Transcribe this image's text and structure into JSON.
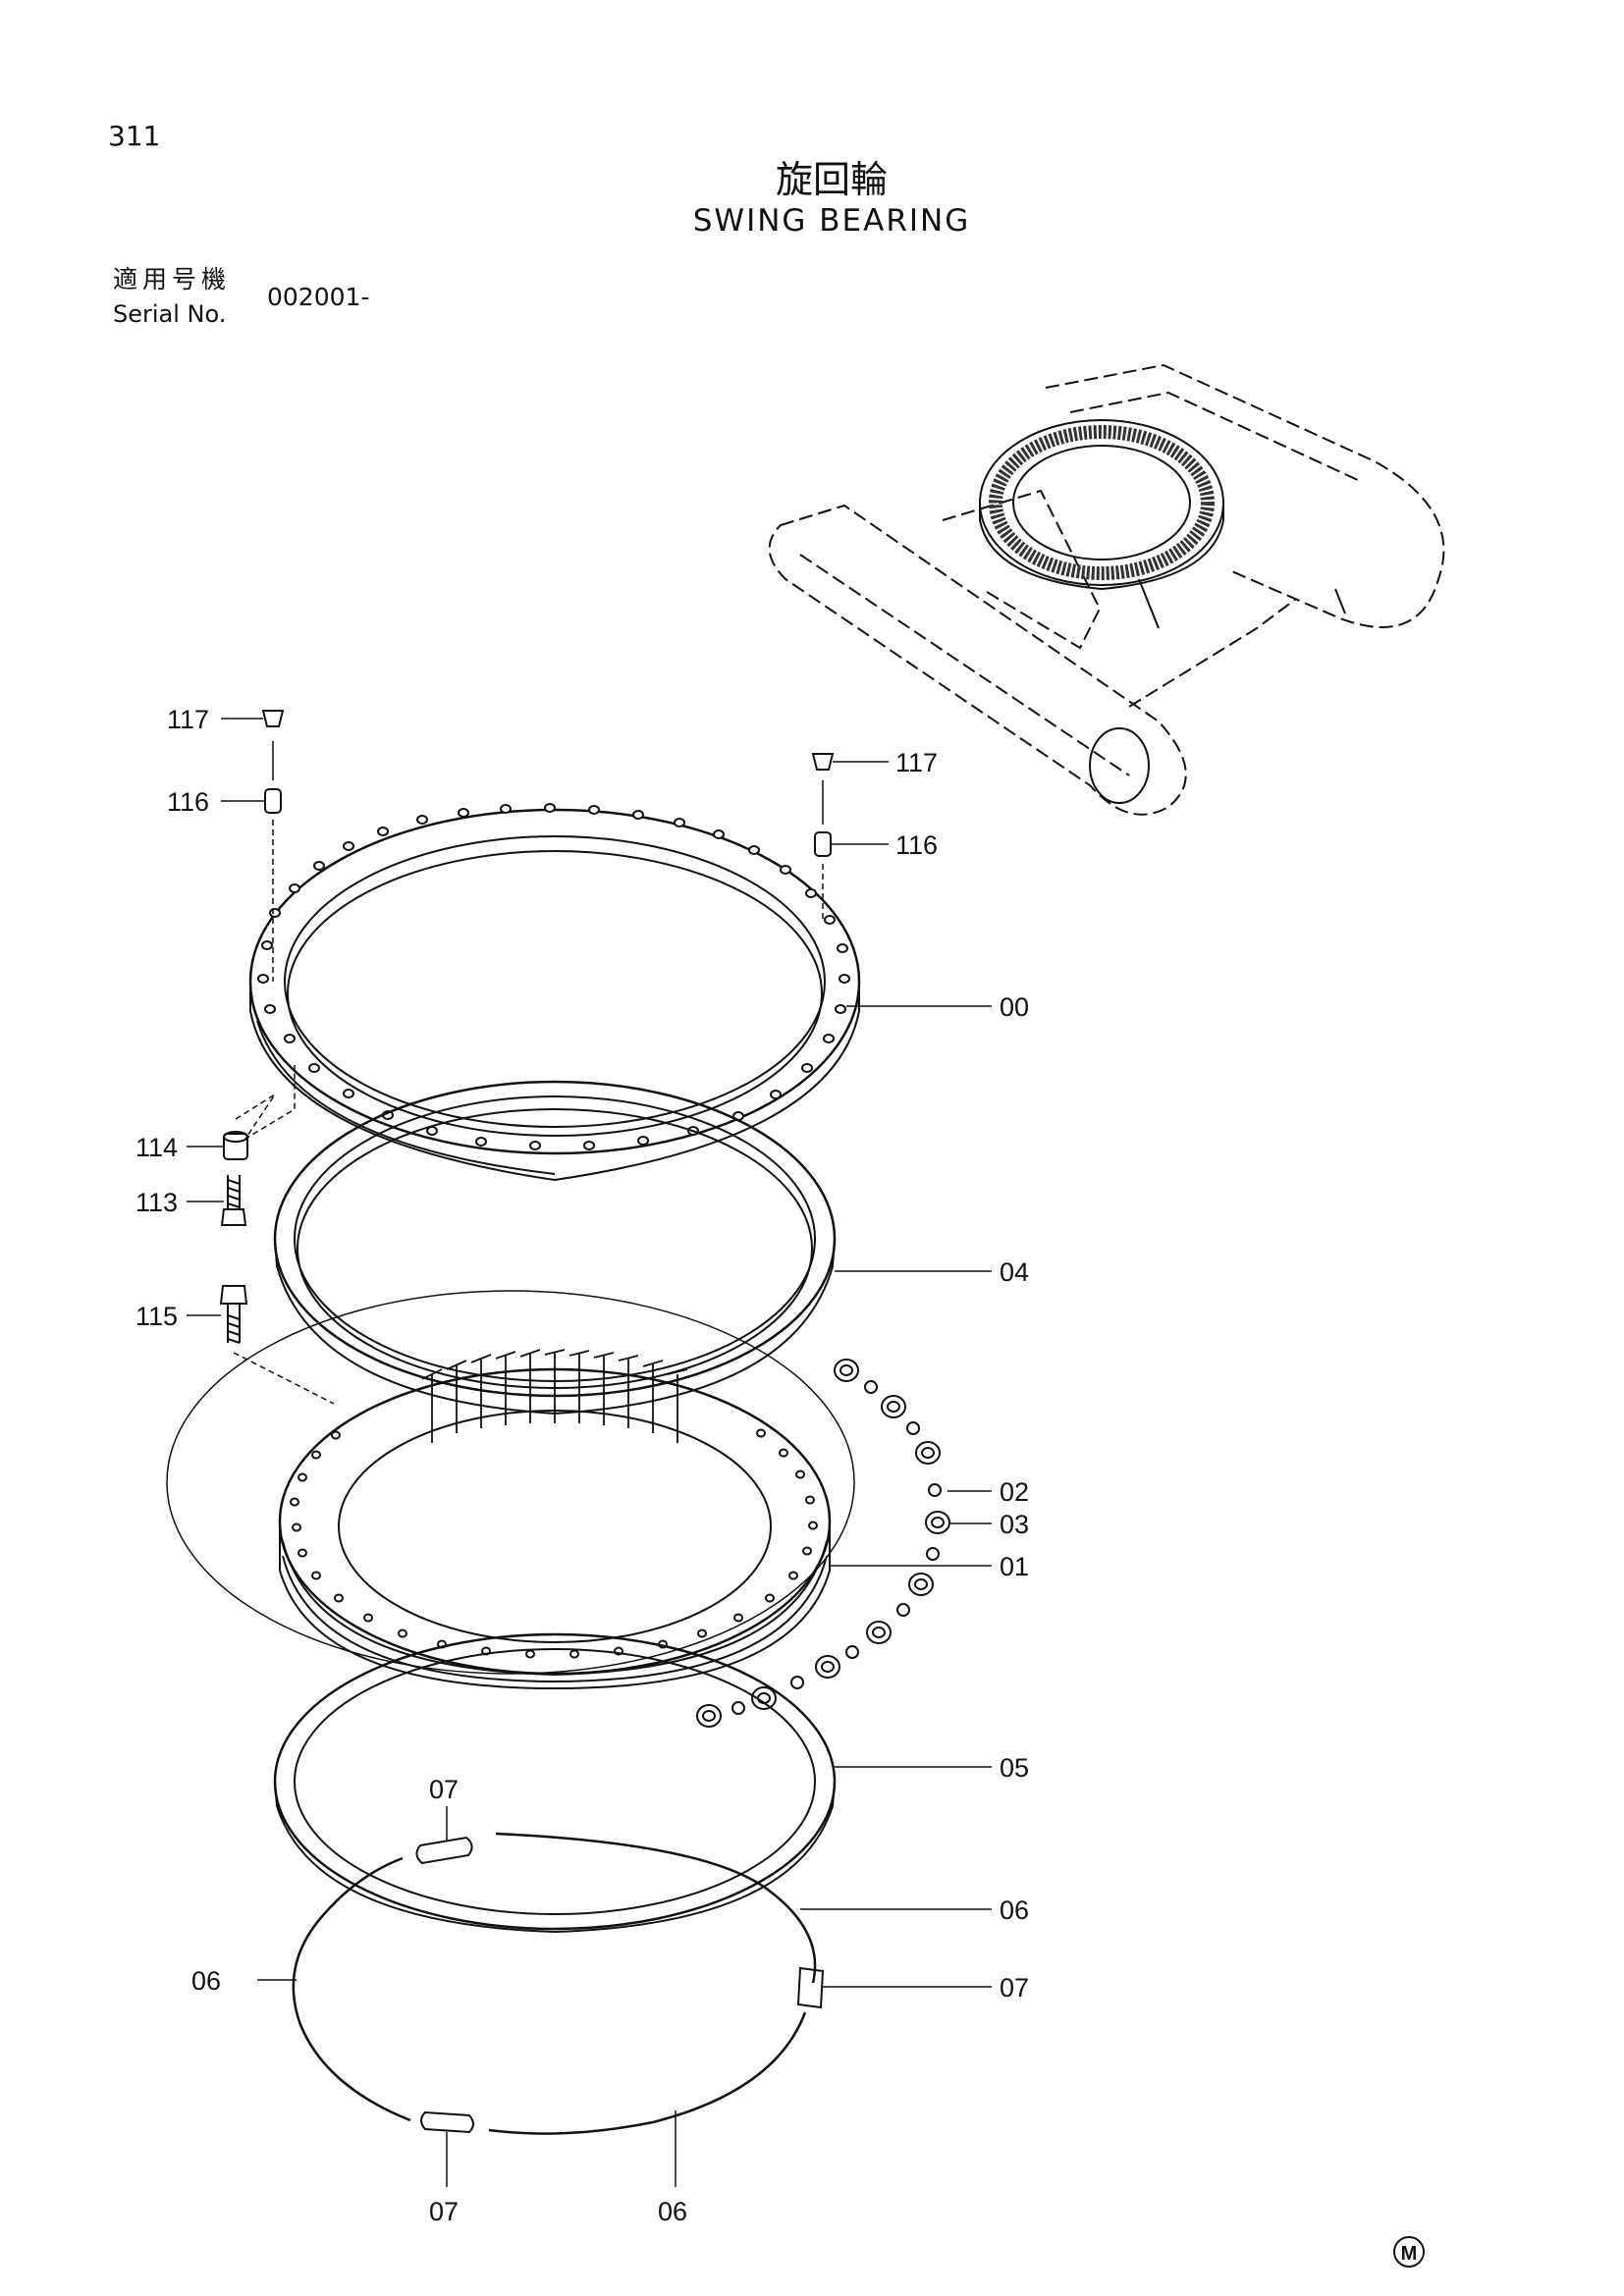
{
  "page": {
    "number": "311"
  },
  "title": {
    "jp": "旋回輪",
    "en": "SWING BEARING"
  },
  "serial": {
    "label_jp": "適用号機",
    "label_en": "Serial No.",
    "value": "002001-"
  },
  "callouts": [
    {
      "id": "117a",
      "text": "117"
    },
    {
      "id": "116a",
      "text": "116"
    },
    {
      "id": "117b",
      "text": "117"
    },
    {
      "id": "116b",
      "text": "116"
    },
    {
      "id": "00",
      "text": "00"
    },
    {
      "id": "114",
      "text": "114"
    },
    {
      "id": "113",
      "text": "113"
    },
    {
      "id": "04",
      "text": "04"
    },
    {
      "id": "115",
      "text": "115"
    },
    {
      "id": "02",
      "text": "02"
    },
    {
      "id": "03",
      "text": "03"
    },
    {
      "id": "01",
      "text": "01"
    },
    {
      "id": "05",
      "text": "05"
    },
    {
      "id": "07a",
      "text": "07"
    },
    {
      "id": "06a",
      "text": "06"
    },
    {
      "id": "06b",
      "text": "06"
    },
    {
      "id": "07b",
      "text": "07"
    },
    {
      "id": "07c",
      "text": "07"
    },
    {
      "id": "06c",
      "text": "06"
    }
  ],
  "mark": {
    "text": "M"
  }
}
